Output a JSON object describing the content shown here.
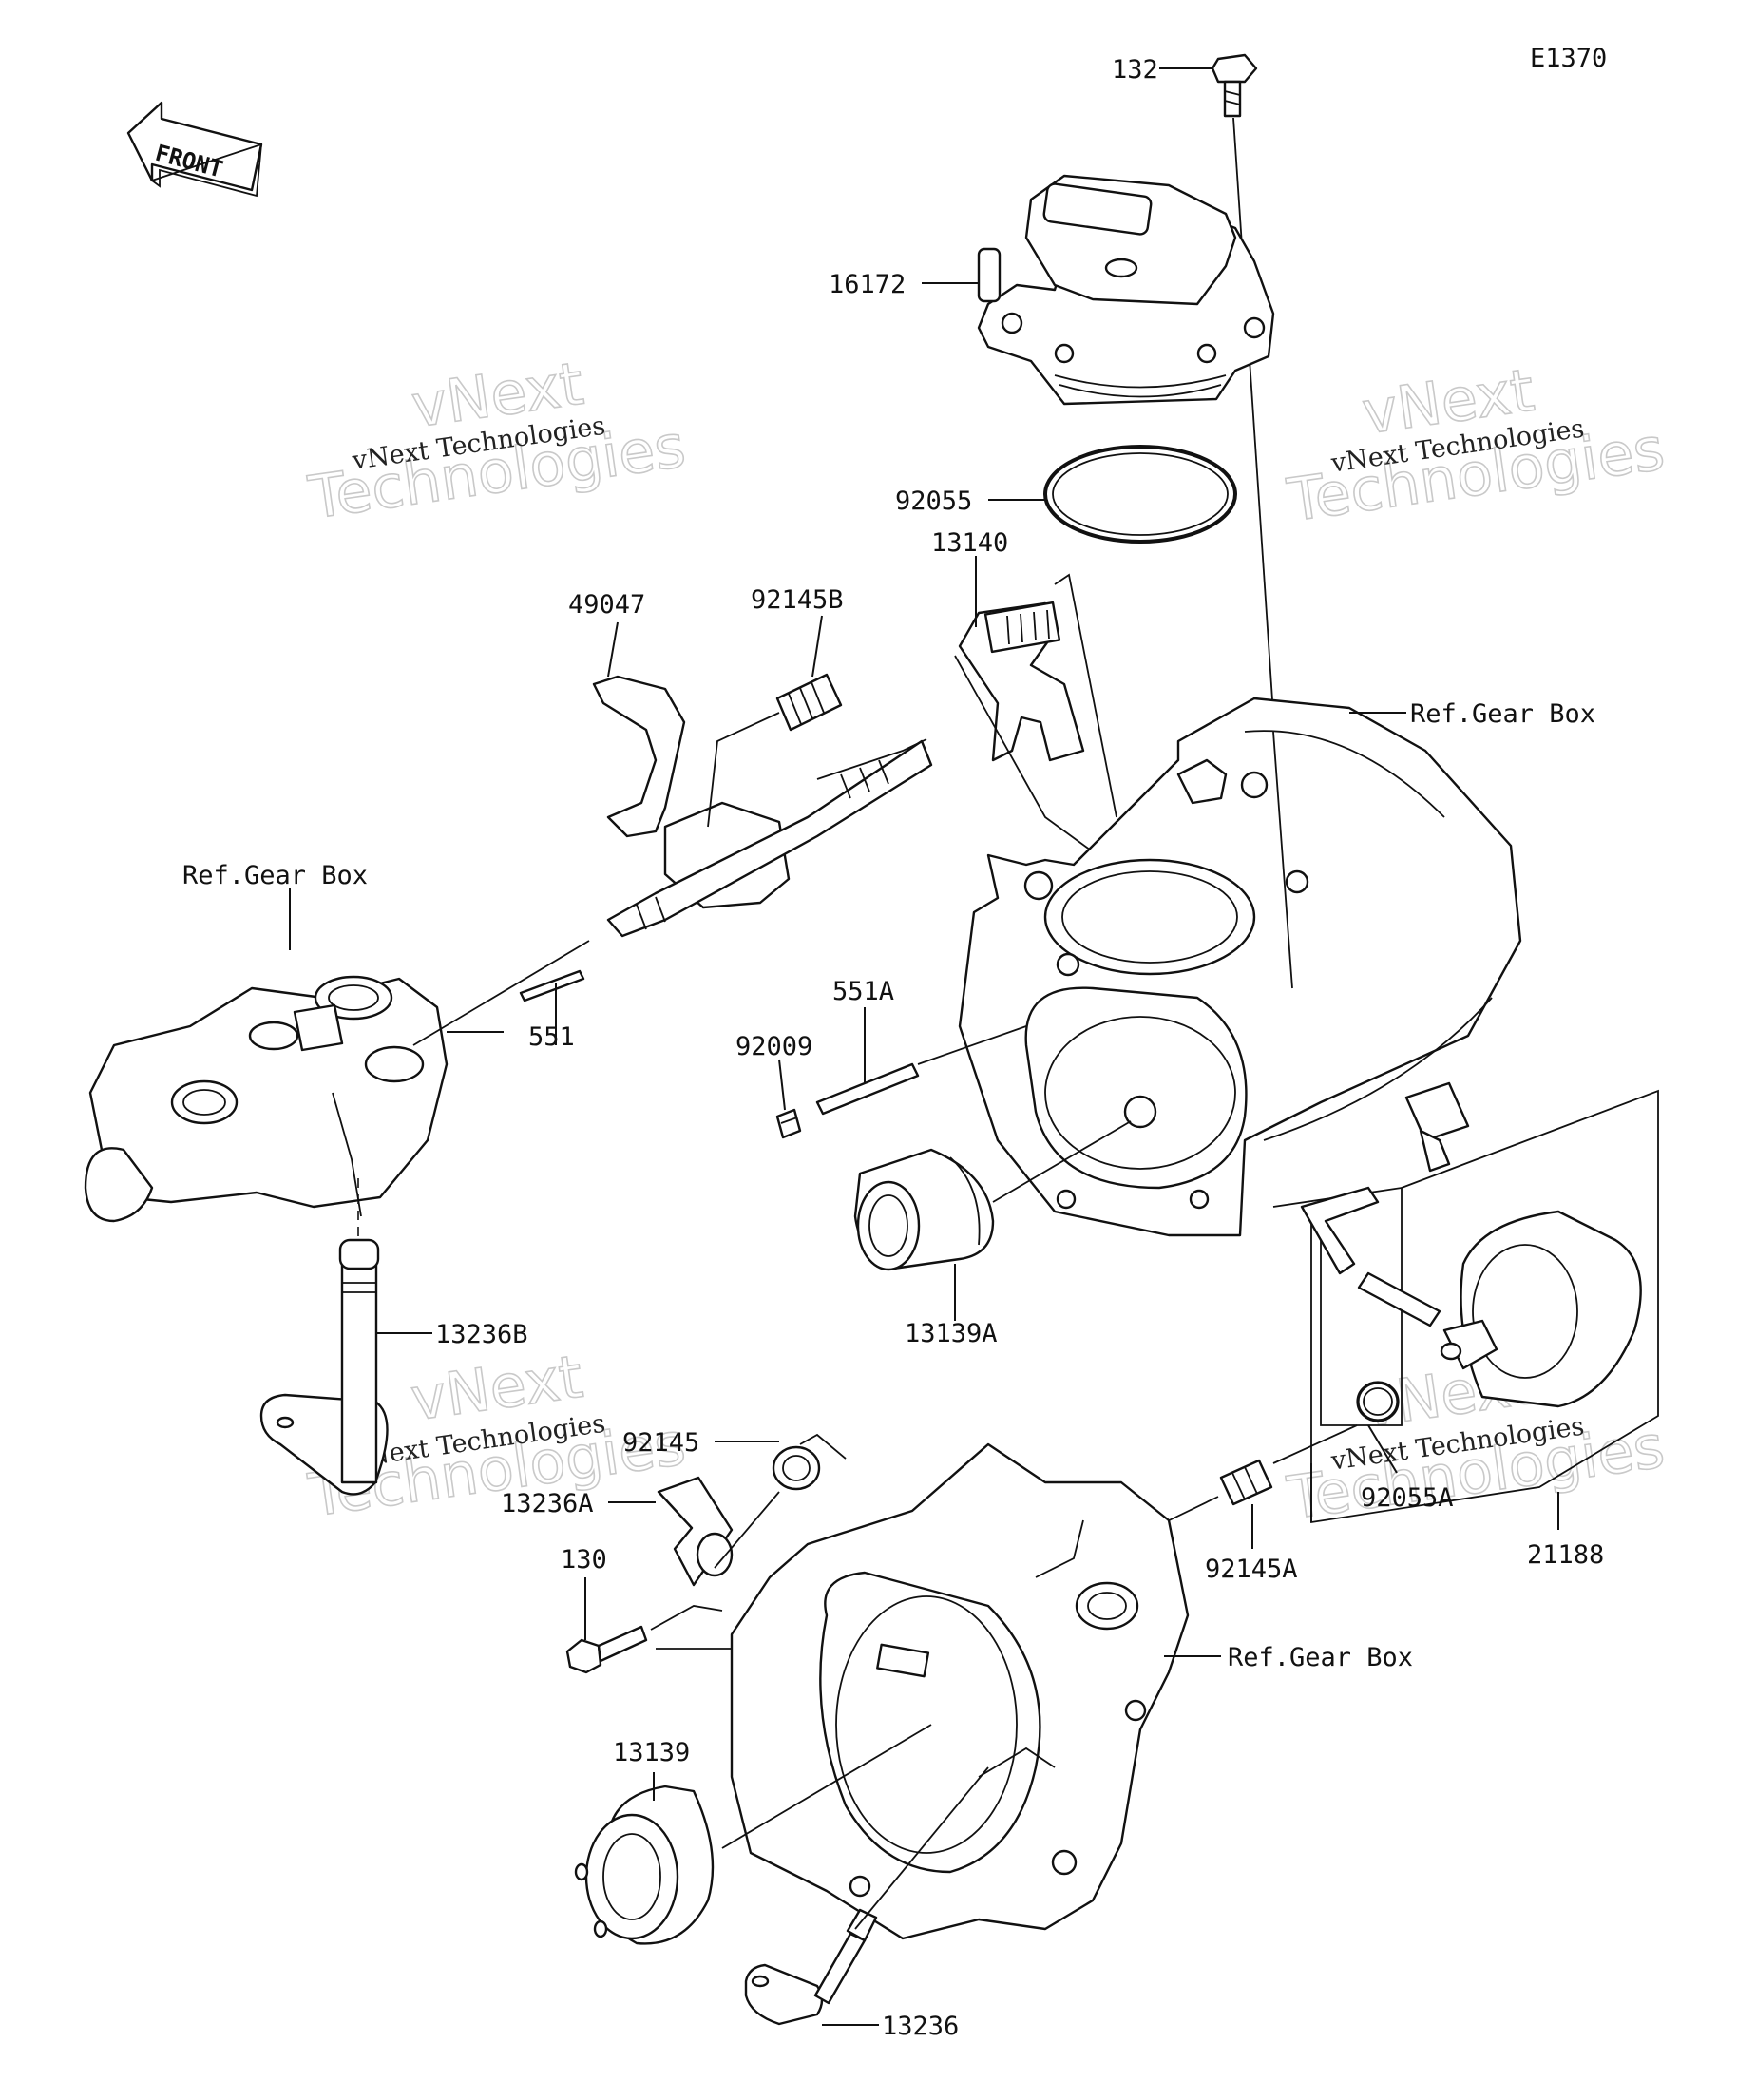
{
  "diagram_code": "E1370",
  "front_arrow_label": "FRONT",
  "watermarks": [
    {
      "small": "vNext Technologies",
      "big1": "vNext",
      "big2": "Technologies"
    },
    {
      "small": "vNext Technologies",
      "big1": "vNext",
      "big2": "Technologies"
    },
    {
      "small": "vNext Technologies",
      "big1": "vNext",
      "big2": "Technologies"
    },
    {
      "small": "vNext Technologies",
      "big1": "vNext",
      "big2": "Technologies"
    }
  ],
  "callouts": {
    "p132": "132",
    "p16172": "16172",
    "p92055": "92055",
    "p13140": "13140",
    "ref_gear_box_top": "Ref.Gear Box",
    "p49047": "49047",
    "p92145B": "92145B",
    "ref_gear_box_left": "Ref.Gear Box",
    "p551": "551",
    "p551A": "551A",
    "p92009": "92009",
    "p13139A": "13139A",
    "p13236B": "13236B",
    "p92145": "92145",
    "p13236A": "13236A",
    "p130": "130",
    "p92055A": "92055A",
    "p92145A": "92145A",
    "p21188": "21188",
    "ref_gear_box_bottom": "Ref.Gear Box",
    "p13139": "13139",
    "p13236": "13236"
  }
}
